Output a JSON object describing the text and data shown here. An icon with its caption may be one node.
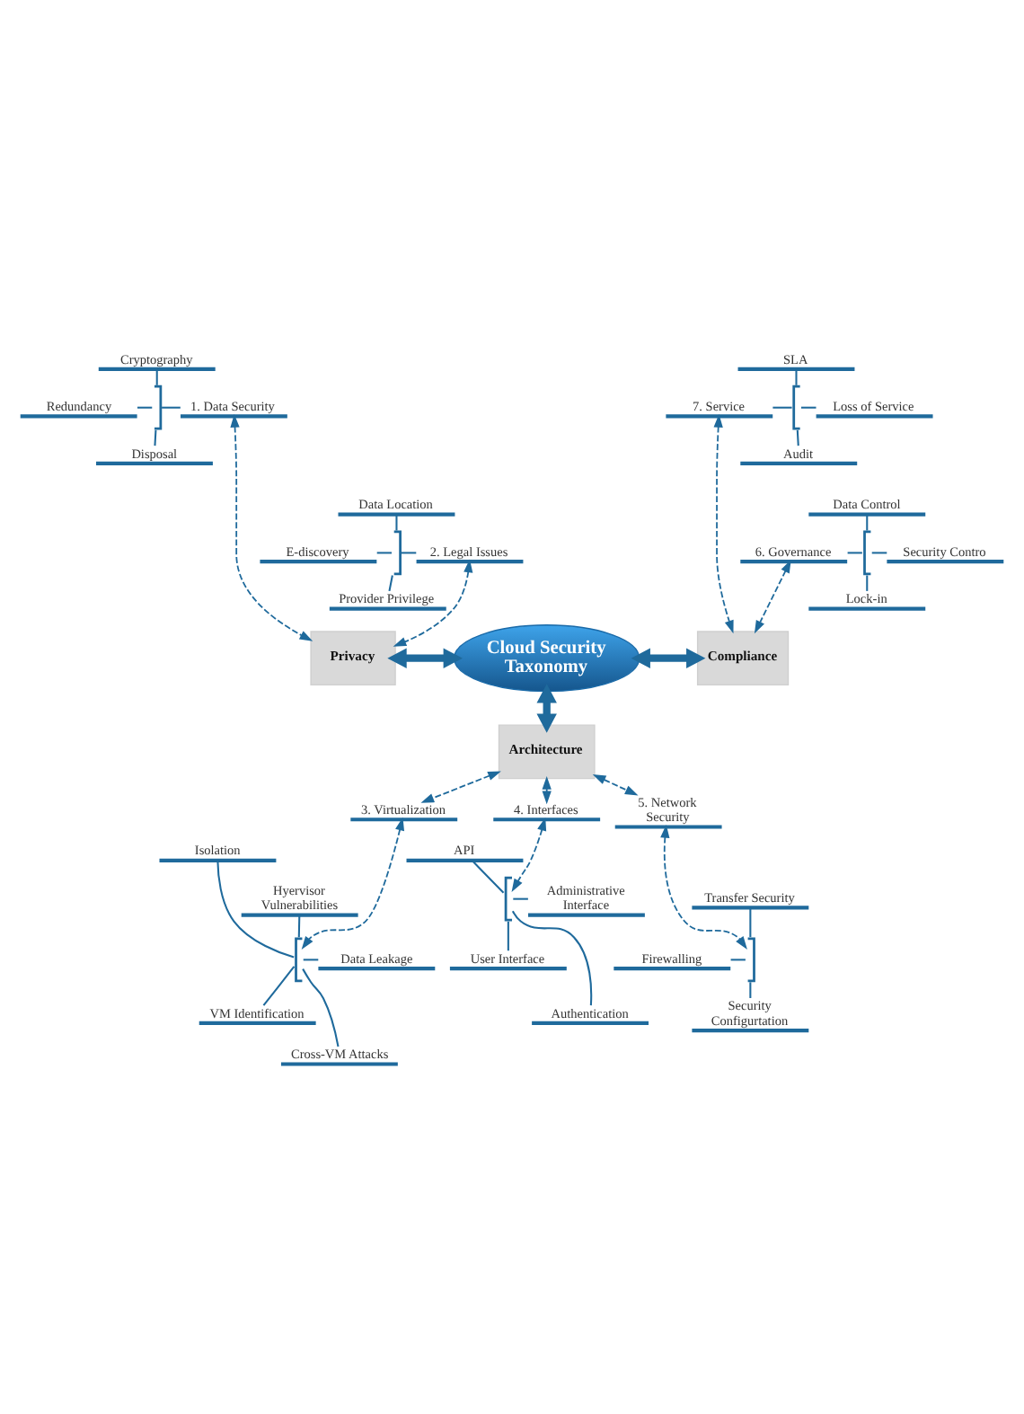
{
  "diagram": {
    "nodes": [
      {
        "text": [
          "Cryptography"
        ]
      },
      {
        "text": [
          "Redundancy"
        ]
      },
      {
        "text": [
          "Disposal"
        ]
      },
      {
        "text": [],
        "shape": "bracket"
      },
      {
        "text": [
          "1. Data Security"
        ]
      },
      {
        "text": [
          "7. Service"
        ]
      },
      {
        "text": [],
        "shape": "bracket"
      },
      {
        "text": [
          "SLA"
        ]
      },
      {
        "text": [
          "Loss of Service"
        ]
      },
      {
        "text": [
          "Audit"
        ]
      },
      {
        "text": [
          "Data Location"
        ]
      },
      {
        "text": [
          "E-discovery"
        ]
      },
      {
        "text": [
          "Provider Privilege"
        ]
      },
      {
        "text": [],
        "shape": "bracket"
      },
      {
        "text": [
          "2. Legal Issues"
        ]
      },
      {
        "text": [
          "6. Governance"
        ]
      },
      {
        "text": [],
        "shape": "bracket"
      },
      {
        "text": [
          "Data Control"
        ]
      },
      {
        "text": [
          "Security Contro"
        ]
      },
      {
        "text": [
          "Lock-in"
        ]
      },
      {
        "text": [
          "Compliance"
        ]
      },
      {
        "text": [
          "Privacy"
        ]
      },
      {
        "text": [
          "Cloud Security Taxonomy"
        ]
      },
      {
        "text": [
          "Architecture"
        ]
      },
      {
        "text": [
          "3. Virtualization"
        ]
      },
      {
        "text": [
          "5. Network Security"
        ]
      },
      {
        "text": [
          "4. Interfaces"
        ]
      },
      {
        "text": [],
        "shape": "bracket"
      },
      {
        "text": [
          "API"
        ]
      },
      {
        "text": [
          "Administrative Interface"
        ]
      },
      {
        "text": [
          "User Interface"
        ]
      },
      {
        "text": [
          "Authentication"
        ]
      },
      {
        "text": [],
        "shape": "bracket"
      },
      {
        "text": [
          "Isolation"
        ]
      },
      {
        "text": [
          "Hyervisor Vulnerabilities"
        ]
      },
      {
        "text": [
          "Data Leakage"
        ]
      },
      {
        "text": [
          "VM Identification"
        ]
      },
      {
        "text": [
          "Cross-VM Attacks"
        ]
      },
      {
        "text": [],
        "shape": "bracket"
      },
      {
        "text": [
          "Transfer Security"
        ]
      },
      {
        "text": [
          "Firewalling"
        ]
      },
      {
        "text": [
          "Security Configurtation"
        ]
      }
    ],
    "edges": [
      {
        "from": 0,
        "to": 3,
        "arrow": "none"
      },
      {
        "from": 1,
        "to": 3,
        "arrow": "none"
      },
      {
        "from": 3,
        "to": 2,
        "arrow": "none"
      },
      {
        "from": 3,
        "to": 4,
        "arrow": "none"
      },
      {
        "from": 10,
        "to": 13,
        "arrow": "none"
      },
      {
        "from": 11,
        "to": 13,
        "arrow": "none"
      },
      {
        "from": 13,
        "to": 12,
        "arrow": "none"
      },
      {
        "from": 13,
        "to": 14,
        "arrow": "none"
      },
      {
        "from": 5,
        "to": 6,
        "arrow": "none"
      },
      {
        "from": 7,
        "to": 6,
        "arrow": "none"
      },
      {
        "from": 6,
        "to": 8,
        "arrow": "none"
      },
      {
        "from": 6,
        "to": 9,
        "arrow": "none"
      },
      {
        "from": 15,
        "to": 16,
        "arrow": "none"
      },
      {
        "from": 17,
        "to": 16,
        "arrow": "none"
      },
      {
        "from": 16,
        "to": 18,
        "arrow": "none"
      },
      {
        "from": 16,
        "to": 19,
        "arrow": "none"
      },
      {
        "from": 4,
        "to": 21,
        "arrow": "both",
        "style": "dashed"
      },
      {
        "from": 14,
        "to": 21,
        "arrow": "both",
        "style": "dashed"
      },
      {
        "from": 5,
        "to": 20,
        "arrow": "both",
        "style": "dashed"
      },
      {
        "from": 15,
        "to": 20,
        "arrow": "both",
        "style": "dashed"
      },
      {
        "from": 21,
        "to": 22,
        "arrow": "both",
        "style": "thick"
      },
      {
        "from": 22,
        "to": 20,
        "arrow": "both",
        "style": "thick"
      },
      {
        "from": 22,
        "to": 23,
        "arrow": "both",
        "style": "thick"
      },
      {
        "from": 23,
        "to": 24,
        "arrow": "both",
        "style": "dashed"
      },
      {
        "from": 23,
        "to": 26,
        "arrow": "both",
        "style": "dashed"
      },
      {
        "from": 23,
        "to": 25,
        "arrow": "both",
        "style": "dashed"
      },
      {
        "from": 24,
        "to": 32,
        "arrow": "both",
        "style": "dashed"
      },
      {
        "from": 26,
        "to": 27,
        "arrow": "both",
        "style": "dashed"
      },
      {
        "from": 25,
        "to": 38,
        "arrow": "both",
        "style": "dashed"
      },
      {
        "from": 28,
        "to": 27,
        "arrow": "none"
      },
      {
        "from": 27,
        "to": 29,
        "arrow": "none"
      },
      {
        "from": 27,
        "to": 30,
        "arrow": "none"
      },
      {
        "from": 27,
        "to": 31,
        "arrow": "none"
      },
      {
        "from": 33,
        "to": 32,
        "arrow": "none"
      },
      {
        "from": 34,
        "to": 32,
        "arrow": "none"
      },
      {
        "from": 32,
        "to": 35,
        "arrow": "none"
      },
      {
        "from": 32,
        "to": 36,
        "arrow": "none"
      },
      {
        "from": 32,
        "to": 37,
        "arrow": "none"
      },
      {
        "from": 39,
        "to": 38,
        "arrow": "none"
      },
      {
        "from": 40,
        "to": 38,
        "arrow": "none"
      },
      {
        "from": 38,
        "to": 41,
        "arrow": "none"
      }
    ]
  }
}
